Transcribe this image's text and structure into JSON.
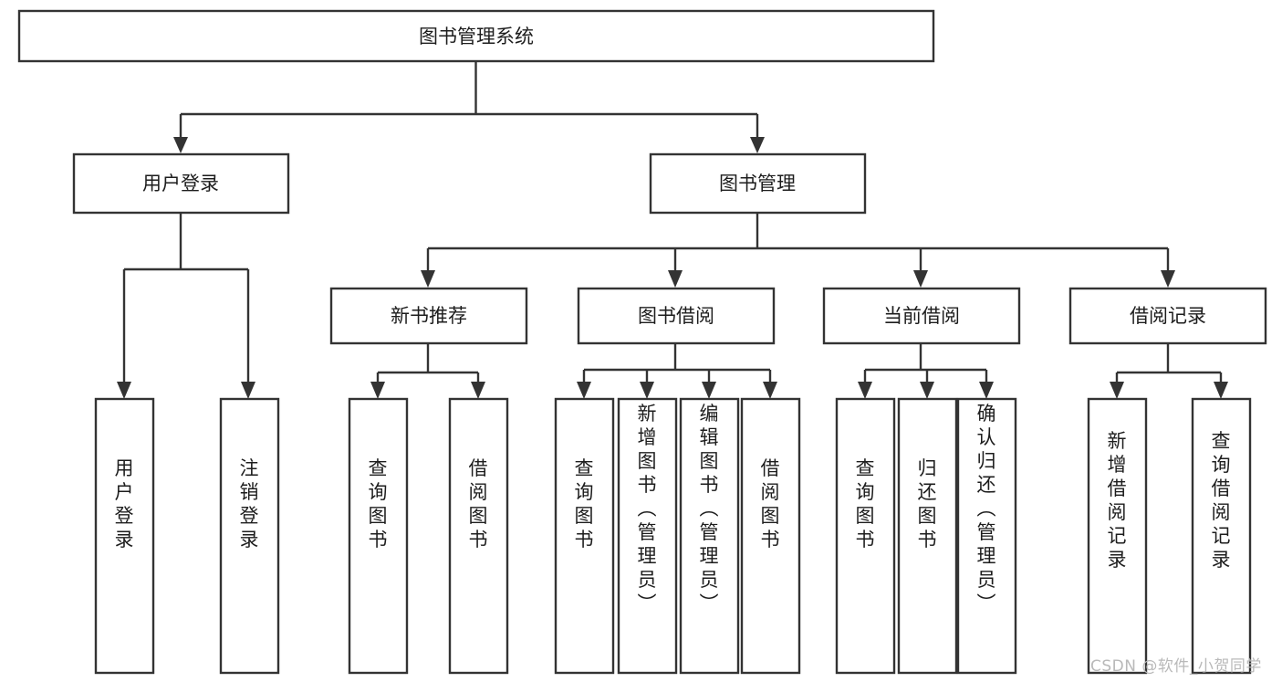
{
  "diagram": {
    "title": "图书管理系统",
    "type": "tree-hierarchy",
    "root": {
      "id": "root",
      "label": "图书管理系统",
      "orientation": "horizontal"
    },
    "level2": [
      {
        "id": "user-login",
        "label": "用户登录",
        "orientation": "horizontal"
      },
      {
        "id": "book-manage",
        "label": "图书管理",
        "orientation": "horizontal"
      }
    ],
    "level3": [
      {
        "id": "new-book-recommend",
        "label": "新书推荐",
        "parent": "book-manage",
        "orientation": "horizontal"
      },
      {
        "id": "book-borrow",
        "label": "图书借阅",
        "parent": "book-manage",
        "orientation": "horizontal"
      },
      {
        "id": "current-borrow",
        "label": "当前借阅",
        "parent": "book-manage",
        "orientation": "horizontal"
      },
      {
        "id": "borrow-record",
        "label": "借阅记录",
        "parent": "book-manage",
        "orientation": "horizontal"
      }
    ],
    "leaves": [
      {
        "id": "leaf-user-login",
        "label": "用户登录",
        "parent": "user-login",
        "orientation": "vertical"
      },
      {
        "id": "leaf-user-logout",
        "label": "注销登录",
        "parent": "user-login",
        "orientation": "vertical"
      },
      {
        "id": "leaf-query-book-1",
        "label": "查询图书",
        "parent": "new-book-recommend",
        "orientation": "vertical"
      },
      {
        "id": "leaf-borrow-book-1",
        "label": "借阅图书",
        "parent": "new-book-recommend",
        "orientation": "vertical"
      },
      {
        "id": "leaf-query-book-2",
        "label": "查询图书",
        "parent": "book-borrow",
        "orientation": "vertical"
      },
      {
        "id": "leaf-add-book",
        "label": "新增图书（管理员）",
        "parent": "book-borrow",
        "orientation": "vertical"
      },
      {
        "id": "leaf-edit-book",
        "label": "编辑图书（管理员）",
        "parent": "book-borrow",
        "orientation": "vertical"
      },
      {
        "id": "leaf-borrow-book-2",
        "label": "借阅图书",
        "parent": "book-borrow",
        "orientation": "vertical"
      },
      {
        "id": "leaf-query-book-3",
        "label": "查询图书",
        "parent": "current-borrow",
        "orientation": "vertical"
      },
      {
        "id": "leaf-return-book",
        "label": "归还图书",
        "parent": "current-borrow",
        "orientation": "vertical"
      },
      {
        "id": "leaf-confirm-return",
        "label": "确认归还（管理员）",
        "parent": "current-borrow",
        "orientation": "vertical"
      },
      {
        "id": "leaf-add-record",
        "label": "新增借阅记录",
        "parent": "borrow-record",
        "orientation": "vertical"
      },
      {
        "id": "leaf-query-record",
        "label": "查询借阅记录",
        "parent": "borrow-record",
        "orientation": "vertical"
      }
    ]
  },
  "watermark": {
    "text": "CSDN @软件_小贺同学"
  },
  "colors": {
    "box_fill": "#ffffff",
    "box_stroke": "#333333",
    "text": "#1d1d1d",
    "watermark": "#b9b9b9",
    "background": "#ffffff"
  }
}
